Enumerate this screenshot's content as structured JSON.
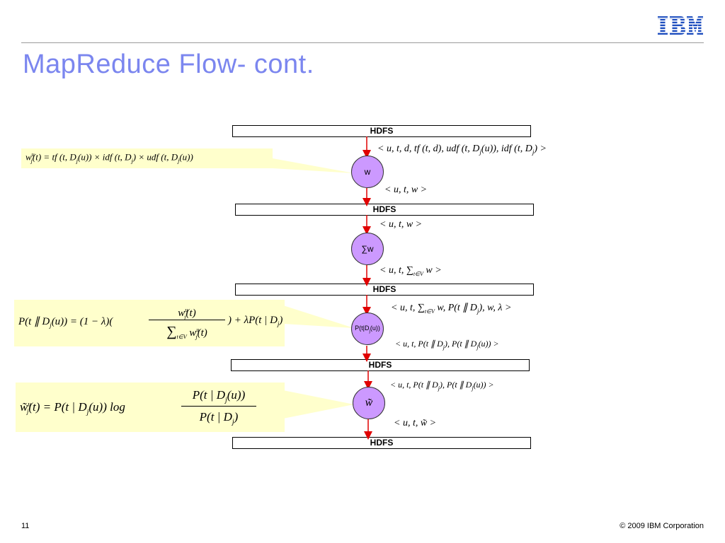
{
  "slide": {
    "title": "MapReduce Flow- cont.",
    "logo_text": "IBM",
    "page_number": "11",
    "copyright": "© 2009 IBM Corporation"
  },
  "storage_label": "HDFS",
  "nodes": {
    "n1": "w",
    "n2": "∑w",
    "n3": "P(t|D",
    "n3_sub": "j",
    "n3_tail": "(u))",
    "n4": "w̃"
  },
  "labels": {
    "l1": "< u, t, d, tf (t, d), udf (t, D",
    "l1_sub1": "j",
    "l1_mid": "(u)), idf (t, D",
    "l1_sub2": "j",
    "l1_end": ") >",
    "l2": "< u, t, w >",
    "l3": "< u, t, w >",
    "l4a": "< u, t, ∑",
    "l4_sub": "t∈V",
    "l4b": " w >",
    "l5a": "< u, t, ∑",
    "l5_sub": "t∈V",
    "l5b": " w, P(t ∥ D",
    "l5_sub2": "j",
    "l5c": "), w, λ >",
    "l6": "< u, t, P(t ∥ D",
    "l6_sub1": "j",
    "l6_mid": "), P(t ∥ D",
    "l6_sub2": "j",
    "l6_end": "(u)) >",
    "l7": "< u, t, P(t ∥ D",
    "l7_sub1": "j",
    "l7_mid": "), P(t ∥ D",
    "l7_sub2": "j",
    "l7_end": "(u)) >",
    "l8": "< u, t, w̃ >"
  },
  "formulas": {
    "f1_a": "w",
    "f1_sup": "u",
    "f1_sub": "j",
    "f1_b": "(t) = tf (t, D",
    "f1_sub2": "j",
    "f1_c": "(u)) × idf (t, D",
    "f1_sub3": "j",
    "f1_d": ") × udf (t, D",
    "f1_sub4": "j",
    "f1_e": "(u))",
    "f2_lhs": "P(t ∥ D",
    "f2_sub": "j",
    "f2_mid": "(u)) = (1 − λ)(",
    "f2_num": "w",
    "f2_num_sup": "u",
    "f2_num_sub": "j",
    "f2_num_tail": "(t)",
    "f2_den_sum": "∑",
    "f2_den_sub": "t∈V",
    "f2_den": " w",
    "f2_den_sup": "u",
    "f2_den_sub2": "j",
    "f2_den_tail": "(t)",
    "f2_rhs": ") + λP(t | D",
    "f2_rhs_sub": "j",
    "f2_rhs_end": ")",
    "f3_lhs": "w̃",
    "f3_sup": "u",
    "f3_sub": "j",
    "f3_mid": "(t) = P(t | D",
    "f3_mid_sub": "j",
    "f3_mid2": "(u)) log",
    "f3_num": "P(t | D",
    "f3_num_sub": "j",
    "f3_num_tail": "(u))",
    "f3_den": "P(t | D",
    "f3_den_sub": "j",
    "f3_den_tail": ")"
  },
  "colors": {
    "title": "#7b86ef",
    "node_fill": "#cc99ff",
    "arrow": "#e00000",
    "callout": "#ffffcc",
    "logo": "#1f4fbf"
  }
}
